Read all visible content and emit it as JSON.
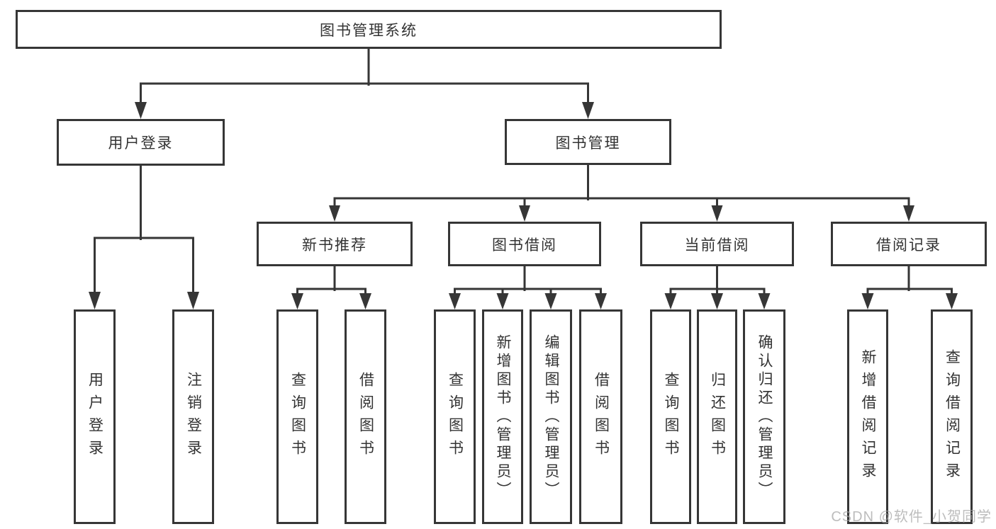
{
  "diagram_title": "图书管理系统",
  "tree": {
    "label": "图书管理系统",
    "children": [
      {
        "label": "用户登录",
        "children": [
          {
            "label": "用户登录"
          },
          {
            "label": "注销登录"
          }
        ]
      },
      {
        "label": "图书管理",
        "children": [
          {
            "label": "新书推荐",
            "children": [
              {
                "label": "查询图书"
              },
              {
                "label": "借阅图书"
              }
            ]
          },
          {
            "label": "图书借阅",
            "children": [
              {
                "label": "查询图书"
              },
              {
                "label": "新增图书（管理员）"
              },
              {
                "label": "编辑图书（管理员）"
              },
              {
                "label": "借阅图书"
              }
            ]
          },
          {
            "label": "当前借阅",
            "children": [
              {
                "label": "查询图书"
              },
              {
                "label": "归还图书"
              },
              {
                "label": "确认归还（管理员）"
              }
            ]
          },
          {
            "label": "借阅记录",
            "children": [
              {
                "label": "新增借阅记录"
              },
              {
                "label": "查询借阅记录"
              }
            ]
          }
        ]
      }
    ]
  },
  "watermark": "CSDN @软件_小贺同学",
  "colors": {
    "line": "#363636",
    "text": "#333333",
    "background": "#ffffff",
    "watermark": "#a3a3a3"
  }
}
